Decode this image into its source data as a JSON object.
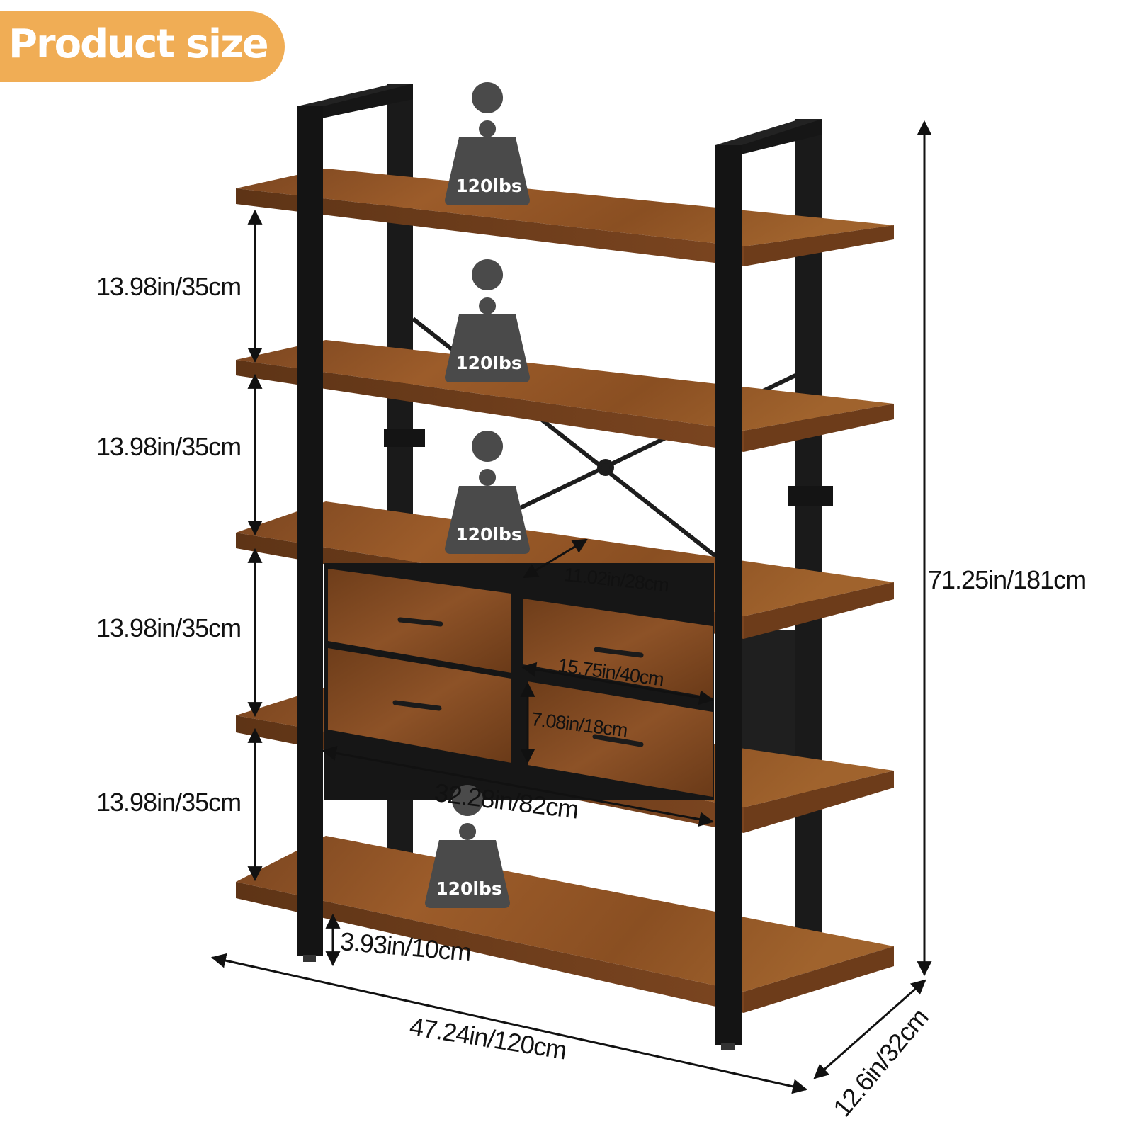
{
  "badge": {
    "title": "Product size",
    "color": "#f0ad55"
  },
  "weight_capacity": [
    "120lbs",
    "120lbs",
    "120lbs",
    "120lbs"
  ],
  "dimensions": {
    "shelf_gap_1": "13.98in/35cm",
    "shelf_gap_2": "13.98in/35cm",
    "shelf_gap_3": "13.98in/35cm",
    "shelf_gap_4": "13.98in/35cm",
    "total_height": "71.25in/181cm",
    "drawer_depth": "11.02in/28cm",
    "drawer_width": "15.75in/40cm",
    "drawer_height": "7.08in/18cm",
    "drawer_section_width": "32.28in/82cm",
    "bottom_clearance": "3.93in/10cm",
    "total_width": "47.24in/120cm",
    "total_depth": "12.6in/32cm"
  },
  "colors": {
    "wood": "#8a4f22",
    "frame": "#141414",
    "weight_icon": "#4a4a4a"
  }
}
